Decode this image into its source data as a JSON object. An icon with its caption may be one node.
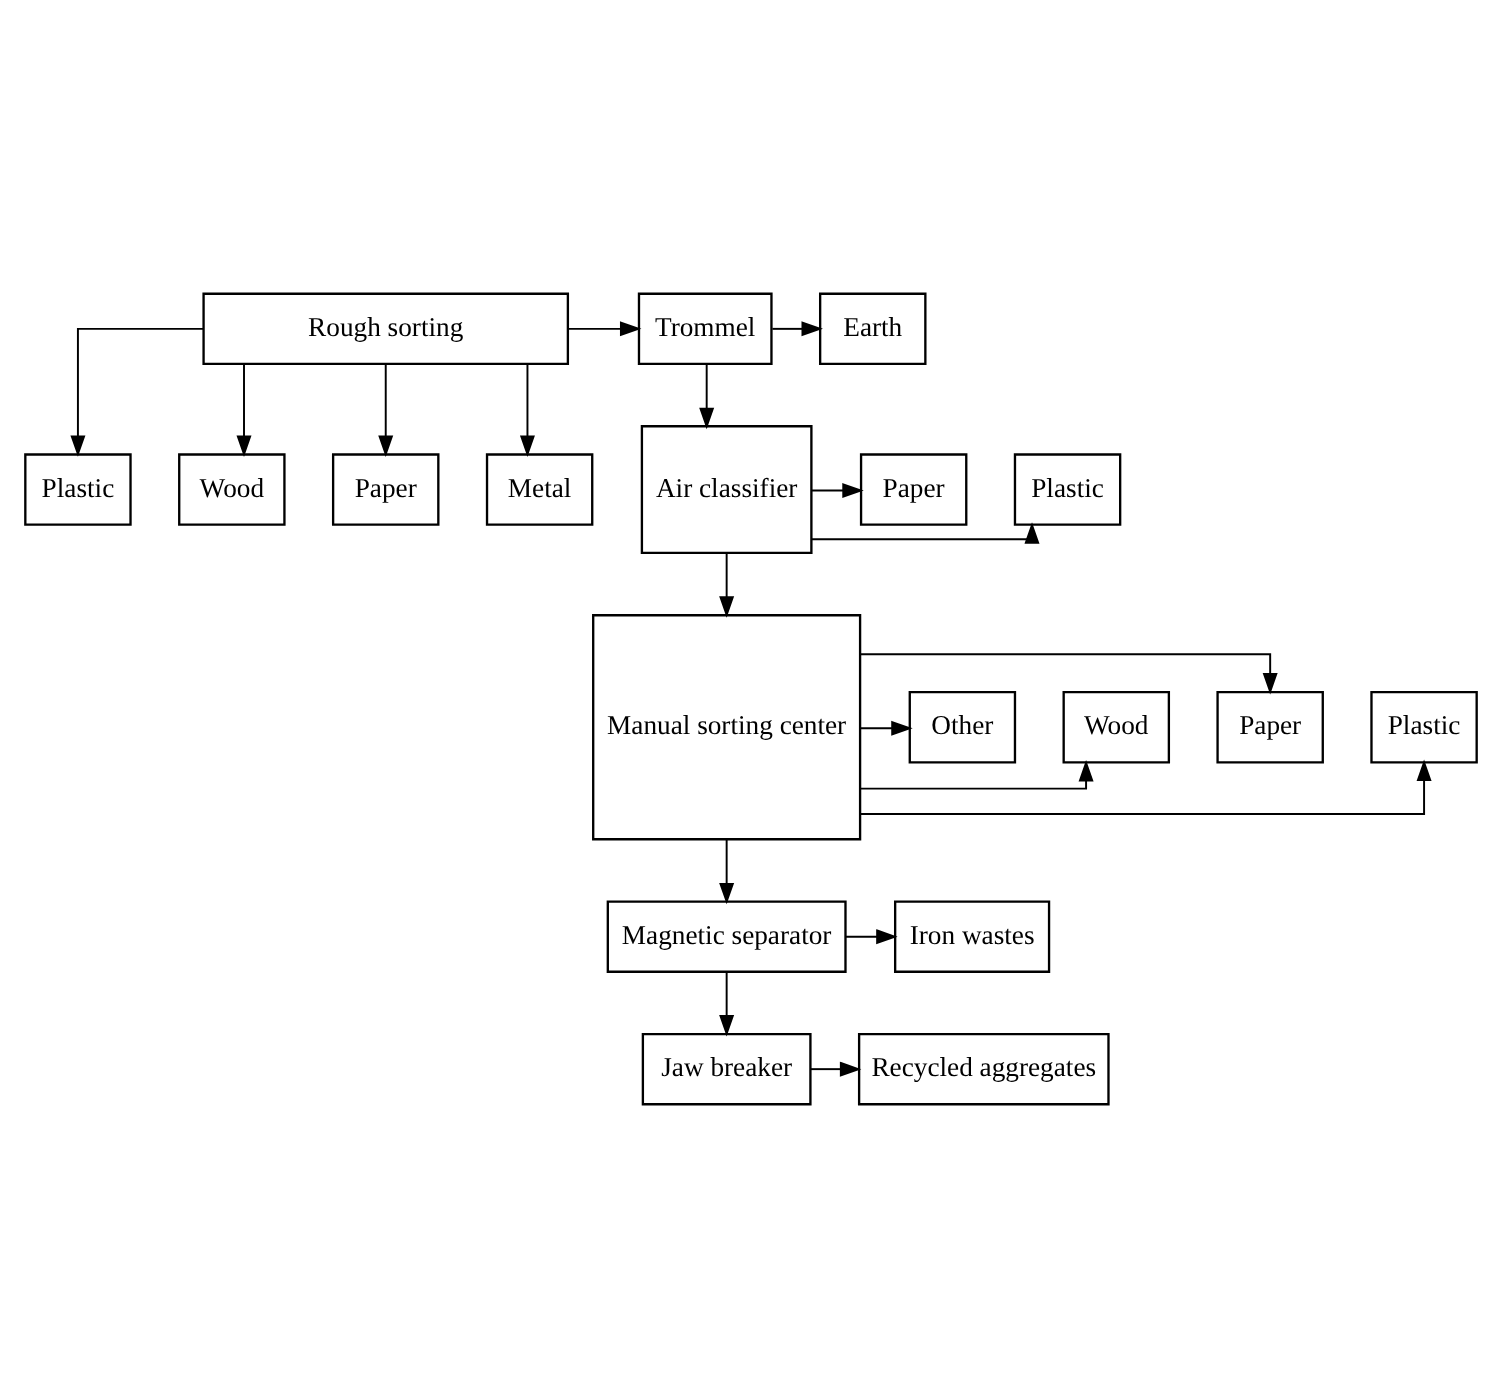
{
  "diagram": {
    "nodes": [
      {
        "text": [
          "Rough sorting"
        ]
      },
      {
        "text": [
          "Trommel"
        ]
      },
      {
        "text": [
          "Earth"
        ]
      },
      {
        "text": [
          "Plastic"
        ]
      },
      {
        "text": [
          "Wood"
        ]
      },
      {
        "text": [
          "Air classifier"
        ]
      },
      {
        "text": [
          "Plastic"
        ]
      },
      {
        "text": [
          "Paper"
        ]
      },
      {
        "text": [
          "Paper"
        ]
      },
      {
        "text": [
          "Metal"
        ]
      },
      {
        "text": [
          "Manual sorting center"
        ]
      },
      {
        "text": [
          "Plastic"
        ]
      },
      {
        "text": [
          "Paper"
        ]
      },
      {
        "text": [
          "Wood"
        ]
      },
      {
        "text": [
          "Other"
        ]
      },
      {
        "text": [
          "Magnetic separator"
        ]
      },
      {
        "text": [
          "Iron wastes"
        ]
      },
      {
        "text": [
          "Jaw breaker"
        ]
      },
      {
        "text": [
          "Recycled aggregates"
        ]
      }
    ],
    "edges": [
      {
        "from": 0,
        "to": 1,
        "arrow": "to"
      },
      {
        "from": 1,
        "to": 2,
        "arrow": "to"
      },
      {
        "from": 0,
        "to": 3,
        "arrow": "to"
      },
      {
        "from": 0,
        "to": 4,
        "arrow": "to"
      },
      {
        "from": 0,
        "to": 8,
        "arrow": "to"
      },
      {
        "from": 0,
        "to": 9,
        "arrow": "to"
      },
      {
        "from": 1,
        "to": 5,
        "arrow": "to"
      },
      {
        "from": 5,
        "to": 6,
        "arrow": "to"
      },
      {
        "from": 5,
        "to": 7,
        "arrow": "to"
      },
      {
        "from": 5,
        "to": 10,
        "arrow": "to"
      },
      {
        "from": 10,
        "to": 11,
        "arrow": "to"
      },
      {
        "from": 10,
        "to": 12,
        "arrow": "to"
      },
      {
        "from": 10,
        "to": 13,
        "arrow": "to"
      },
      {
        "from": 10,
        "to": 14,
        "arrow": "to"
      },
      {
        "from": 10,
        "to": 15,
        "arrow": "to"
      },
      {
        "from": 15,
        "to": 16,
        "arrow": "to"
      },
      {
        "from": 15,
        "to": 17,
        "arrow": "to"
      },
      {
        "from": 17,
        "to": 18,
        "arrow": "to"
      }
    ]
  }
}
